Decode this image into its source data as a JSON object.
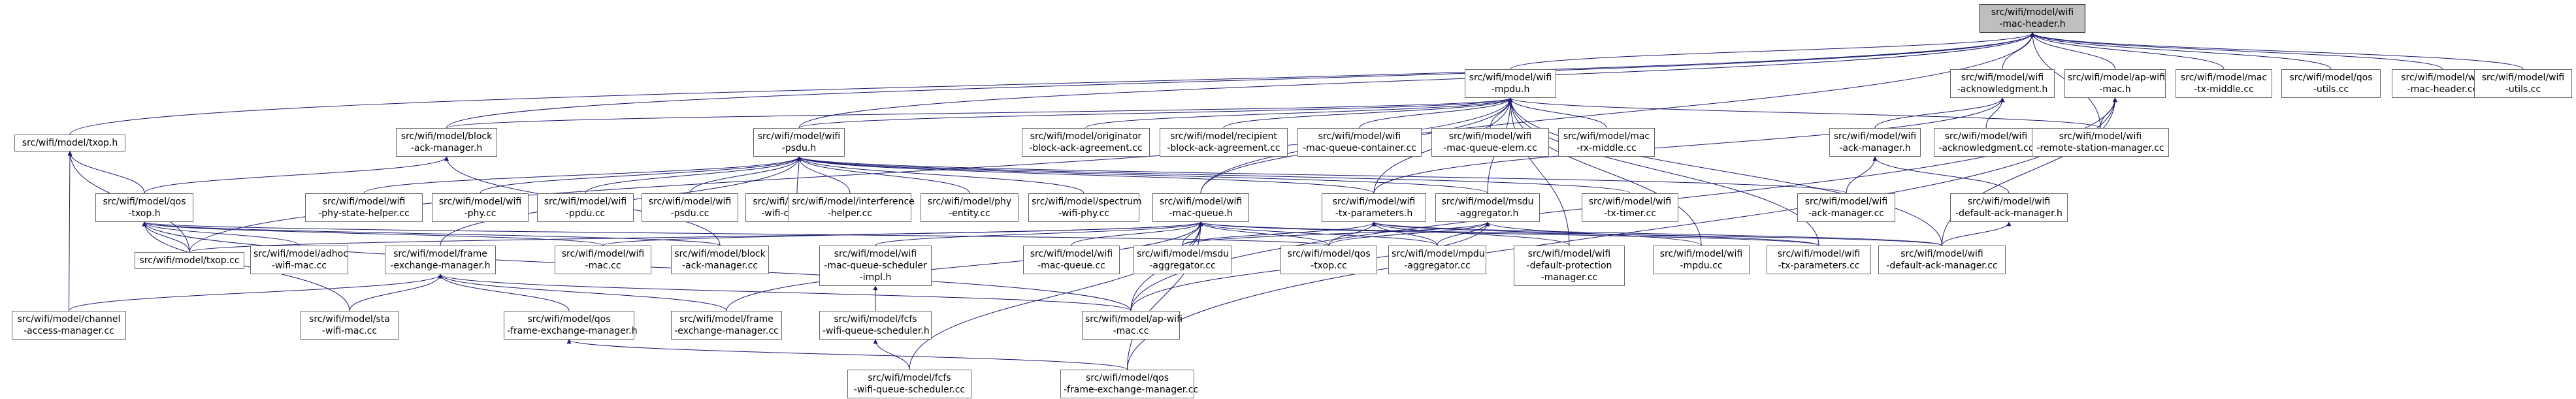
{
  "graph": {
    "nodes": [
      {
        "id": "root",
        "lines": [
          "src/wifi/model/wifi",
          "-mac-header.h"
        ]
      },
      {
        "id": "txop_h",
        "lines": [
          "src/wifi/model/txop.h"
        ]
      },
      {
        "id": "block_ack_manager_h",
        "lines": [
          "src/wifi/model/block",
          "-ack-manager.h"
        ]
      },
      {
        "id": "mpdu_h",
        "lines": [
          "src/wifi/model/wifi",
          "-mpdu.h"
        ]
      },
      {
        "id": "acknowledgment_h",
        "lines": [
          "src/wifi/model/wifi",
          "-acknowledgment.h"
        ]
      },
      {
        "id": "ap_wifi_mac_h",
        "lines": [
          "src/wifi/model/ap-wifi",
          "-mac.h"
        ]
      },
      {
        "id": "mac_tx_middle_cc",
        "lines": [
          "src/wifi/model/mac",
          "-tx-middle.cc"
        ]
      },
      {
        "id": "qos_utils_cc",
        "lines": [
          "src/wifi/model/qos",
          "-utils.cc"
        ]
      },
      {
        "id": "mac_header_cc",
        "lines": [
          "src/wifi/model/wifi",
          "-mac-header.cc"
        ]
      },
      {
        "id": "utils_cc",
        "lines": [
          "src/wifi/model/wifi",
          "-utils.cc"
        ]
      },
      {
        "id": "qos_txop_h",
        "lines": [
          "src/wifi/model/qos",
          "-txop.h"
        ]
      },
      {
        "id": "psdu_h",
        "lines": [
          "src/wifi/model/wifi",
          "-psdu.h"
        ]
      },
      {
        "id": "originator_cc",
        "lines": [
          "src/wifi/model/originator",
          "-block-ack-agreement.cc"
        ]
      },
      {
        "id": "recipient_cc",
        "lines": [
          "src/wifi/model/recipient",
          "-block-ack-agreement.cc"
        ]
      },
      {
        "id": "mac_queue_container_cc",
        "lines": [
          "src/wifi/model/wifi",
          "-mac-queue-container.cc"
        ]
      },
      {
        "id": "mac_queue_elem_cc",
        "lines": [
          "src/wifi/model/wifi",
          "-mac-queue-elem.cc"
        ]
      },
      {
        "id": "mac_rx_middle_cc",
        "lines": [
          "src/wifi/model/mac",
          "-rx-middle.cc"
        ]
      },
      {
        "id": "ack_manager_h",
        "lines": [
          "src/wifi/model/wifi",
          "-ack-manager.h"
        ]
      },
      {
        "id": "acknowledgment_cc",
        "lines": [
          "src/wifi/model/wifi",
          "-acknowledgment.cc"
        ]
      },
      {
        "id": "remote_station_manager_cc",
        "lines": [
          "src/wifi/model/wifi",
          "-remote-station-manager.cc"
        ]
      },
      {
        "id": "phy_state_helper_cc",
        "lines": [
          "src/wifi/model/wifi",
          "-phy-state-helper.cc"
        ]
      },
      {
        "id": "wifi_phy_cc",
        "lines": [
          "src/wifi/model/wifi",
          "-phy.cc"
        ]
      },
      {
        "id": "ppdu_cc",
        "lines": [
          "src/wifi/model/wifi",
          "-ppdu.cc"
        ]
      },
      {
        "id": "psdu_cc",
        "lines": [
          "src/wifi/model/wifi",
          "-psdu.cc"
        ]
      },
      {
        "id": "yans_channel_cc",
        "lines": [
          "src/wifi/model/yans",
          "-wifi-channel.cc"
        ]
      },
      {
        "id": "interference_helper_cc",
        "lines": [
          "src/wifi/model/interference",
          "-helper.cc"
        ]
      },
      {
        "id": "phy_entity_cc",
        "lines": [
          "src/wifi/model/phy",
          "-entity.cc"
        ]
      },
      {
        "id": "spectrum_phy_cc",
        "lines": [
          "src/wifi/model/spectrum",
          "-wifi-phy.cc"
        ]
      },
      {
        "id": "mac_queue_h",
        "lines": [
          "src/wifi/model/wifi",
          "-mac-queue.h"
        ]
      },
      {
        "id": "tx_parameters_h",
        "lines": [
          "src/wifi/model/wifi",
          "-tx-parameters.h"
        ]
      },
      {
        "id": "msdu_aggregator_h",
        "lines": [
          "src/wifi/model/msdu",
          "-aggregator.h"
        ]
      },
      {
        "id": "tx_timer_cc",
        "lines": [
          "src/wifi/model/wifi",
          "-tx-timer.cc"
        ]
      },
      {
        "id": "ack_manager_cc",
        "lines": [
          "src/wifi/model/wifi",
          "-ack-manager.cc"
        ]
      },
      {
        "id": "default_ack_manager_h",
        "lines": [
          "src/wifi/model/wifi",
          "-default-ack-manager.h"
        ]
      },
      {
        "id": "txop_cc",
        "lines": [
          "src/wifi/model/txop.cc"
        ]
      },
      {
        "id": "adhoc_mac_cc",
        "lines": [
          "src/wifi/model/adhoc",
          "-wifi-mac.cc"
        ]
      },
      {
        "id": "frame_exchange_manager_h",
        "lines": [
          "src/wifi/model/frame",
          "-exchange-manager.h"
        ]
      },
      {
        "id": "wifi_mac_cc",
        "lines": [
          "src/wifi/model/wifi",
          "-mac.cc"
        ]
      },
      {
        "id": "block_ack_manager_cc",
        "lines": [
          "src/wifi/model/block",
          "-ack-manager.cc"
        ]
      },
      {
        "id": "mac_queue_scheduler_impl_h",
        "lines": [
          "src/wifi/model/wifi",
          "-mac-queue-scheduler",
          "-impl.h"
        ]
      },
      {
        "id": "mac_queue_cc",
        "lines": [
          "src/wifi/model/wifi",
          "-mac-queue.cc"
        ]
      },
      {
        "id": "msdu_aggregator_cc",
        "lines": [
          "src/wifi/model/msdu",
          "-aggregator.cc"
        ]
      },
      {
        "id": "qos_txop_cc",
        "lines": [
          "src/wifi/model/qos",
          "-txop.cc"
        ]
      },
      {
        "id": "mpdu_aggregator_cc",
        "lines": [
          "src/wifi/model/mpdu",
          "-aggregator.cc"
        ]
      },
      {
        "id": "default_protection_manager_cc",
        "lines": [
          "src/wifi/model/wifi",
          "-default-protection",
          "-manager.cc"
        ]
      },
      {
        "id": "mpdu_cc",
        "lines": [
          "src/wifi/model/wifi",
          "-mpdu.cc"
        ]
      },
      {
        "id": "tx_parameters_cc",
        "lines": [
          "src/wifi/model/wifi",
          "-tx-parameters.cc"
        ]
      },
      {
        "id": "default_ack_manager_cc",
        "lines": [
          "src/wifi/model/wifi",
          "-default-ack-manager.cc"
        ]
      },
      {
        "id": "channel_access_manager_cc",
        "lines": [
          "src/wifi/model/channel",
          "-access-manager.cc"
        ]
      },
      {
        "id": "sta_mac_cc",
        "lines": [
          "src/wifi/model/sta",
          "-wifi-mac.cc"
        ]
      },
      {
        "id": "qos_fem_h",
        "lines": [
          "src/wifi/model/qos",
          "-frame-exchange-manager.h"
        ]
      },
      {
        "id": "frame_exchange_manager_cc",
        "lines": [
          "src/wifi/model/frame",
          "-exchange-manager.cc"
        ]
      },
      {
        "id": "fcfs_scheduler_h",
        "lines": [
          "src/wifi/model/fcfs",
          "-wifi-queue-scheduler.h"
        ]
      },
      {
        "id": "ap_wifi_mac_cc",
        "lines": [
          "src/wifi/model/ap-wifi",
          "-mac.cc"
        ]
      },
      {
        "id": "fcfs_scheduler_cc",
        "lines": [
          "src/wifi/model/fcfs",
          "-wifi-queue-scheduler.cc"
        ]
      },
      {
        "id": "qos_fem_cc",
        "lines": [
          "src/wifi/model/qos",
          "-frame-exchange-manager.cc"
        ]
      }
    ],
    "edges": [
      [
        "txop_h",
        "root"
      ],
      [
        "block_ack_manager_h",
        "root"
      ],
      [
        "mpdu_h",
        "root"
      ],
      [
        "acknowledgment_h",
        "root"
      ],
      [
        "ap_wifi_mac_h",
        "root"
      ],
      [
        "mac_tx_middle_cc",
        "root"
      ],
      [
        "qos_utils_cc",
        "root"
      ],
      [
        "mac_header_cc",
        "root"
      ],
      [
        "utils_cc",
        "root"
      ],
      [
        "psdu_h",
        "root"
      ],
      [
        "remote_station_manager_cc",
        "root"
      ],
      [
        "mac_queue_h",
        "root"
      ],
      [
        "qos_txop_h",
        "txop_h"
      ],
      [
        "txop_cc",
        "txop_h"
      ],
      [
        "channel_access_manager_cc",
        "txop_h"
      ],
      [
        "qos_txop_h",
        "block_ack_manager_h"
      ],
      [
        "block_ack_manager_cc",
        "block_ack_manager_h"
      ],
      [
        "block_ack_manager_h",
        "mpdu_h"
      ],
      [
        "psdu_h",
        "mpdu_h"
      ],
      [
        "originator_cc",
        "mpdu_h"
      ],
      [
        "recipient_cc",
        "mpdu_h"
      ],
      [
        "mac_queue_container_cc",
        "mpdu_h"
      ],
      [
        "mac_queue_elem_cc",
        "mpdu_h"
      ],
      [
        "mac_rx_middle_cc",
        "mpdu_h"
      ],
      [
        "remote_station_manager_cc",
        "mpdu_h"
      ],
      [
        "mac_queue_h",
        "mpdu_h"
      ],
      [
        "tx_parameters_h",
        "mpdu_h"
      ],
      [
        "msdu_aggregator_h",
        "mpdu_h"
      ],
      [
        "mpdu_cc",
        "mpdu_h"
      ],
      [
        "default_ack_manager_cc",
        "mpdu_h"
      ],
      [
        "default_protection_manager_cc",
        "mpdu_h"
      ],
      [
        "tx_parameters_cc",
        "mpdu_h"
      ],
      [
        "txop_cc",
        "mpdu_h"
      ],
      [
        "ack_manager_h",
        "acknowledgment_h"
      ],
      [
        "acknowledgment_cc",
        "acknowledgment_h"
      ],
      [
        "tx_parameters_h",
        "acknowledgment_h"
      ],
      [
        "remote_station_manager_cc",
        "ap_wifi_mac_h"
      ],
      [
        "ap_wifi_mac_cc",
        "ap_wifi_mac_h"
      ],
      [
        "default_ack_manager_cc",
        "ap_wifi_mac_h"
      ],
      [
        "qos_fem_cc",
        "ap_wifi_mac_h"
      ],
      [
        "ack_manager_cc",
        "ack_manager_h"
      ],
      [
        "default_ack_manager_h",
        "ack_manager_h"
      ],
      [
        "default_ack_manager_cc",
        "default_ack_manager_h"
      ],
      [
        "qos_txop_cc",
        "qos_txop_h"
      ],
      [
        "adhoc_mac_cc",
        "qos_txop_h"
      ],
      [
        "txop_cc",
        "qos_txop_h"
      ],
      [
        "wifi_mac_cc",
        "qos_txop_h"
      ],
      [
        "block_ack_manager_cc",
        "qos_txop_h"
      ],
      [
        "sta_mac_cc",
        "qos_txop_h"
      ],
      [
        "ap_wifi_mac_cc",
        "qos_txop_h"
      ],
      [
        "frame_exchange_manager_h",
        "psdu_h"
      ],
      [
        "phy_state_helper_cc",
        "psdu_h"
      ],
      [
        "wifi_phy_cc",
        "psdu_h"
      ],
      [
        "ppdu_cc",
        "psdu_h"
      ],
      [
        "psdu_cc",
        "psdu_h"
      ],
      [
        "yans_channel_cc",
        "psdu_h"
      ],
      [
        "interference_helper_cc",
        "psdu_h"
      ],
      [
        "phy_entity_cc",
        "psdu_h"
      ],
      [
        "spectrum_phy_cc",
        "psdu_h"
      ],
      [
        "tx_parameters_h",
        "psdu_h"
      ],
      [
        "msdu_aggregator_h",
        "psdu_h"
      ],
      [
        "tx_timer_cc",
        "psdu_h"
      ],
      [
        "ack_manager_cc",
        "psdu_h"
      ],
      [
        "mac_queue_scheduler_impl_h",
        "mac_queue_h"
      ],
      [
        "mac_queue_cc",
        "mac_queue_h"
      ],
      [
        "msdu_aggregator_cc",
        "mac_queue_h"
      ],
      [
        "qos_txop_cc",
        "mac_queue_h"
      ],
      [
        "mpdu_aggregator_cc",
        "mac_queue_h"
      ],
      [
        "txop_cc",
        "mac_queue_h"
      ],
      [
        "wifi_mac_cc",
        "mac_queue_h"
      ],
      [
        "ap_wifi_mac_cc",
        "mac_queue_h"
      ],
      [
        "fcfs_scheduler_cc",
        "mac_queue_h"
      ],
      [
        "qos_fem_cc",
        "mac_queue_h"
      ],
      [
        "frame_exchange_manager_cc",
        "mac_queue_h"
      ],
      [
        "default_ack_manager_cc",
        "mac_queue_h"
      ],
      [
        "tx_parameters_cc",
        "mac_queue_h"
      ],
      [
        "msdu_aggregator_cc",
        "tx_parameters_h"
      ],
      [
        "qos_txop_cc",
        "tx_parameters_h"
      ],
      [
        "mpdu_aggregator_cc",
        "tx_parameters_h"
      ],
      [
        "default_protection_manager_cc",
        "tx_parameters_h"
      ],
      [
        "tx_parameters_cc",
        "tx_parameters_h"
      ],
      [
        "default_ack_manager_cc",
        "tx_parameters_h"
      ],
      [
        "msdu_aggregator_cc",
        "msdu_aggregator_h"
      ],
      [
        "qos_txop_cc",
        "msdu_aggregator_h"
      ],
      [
        "mpdu_aggregator_cc",
        "msdu_aggregator_h"
      ],
      [
        "mpdu_cc",
        "msdu_aggregator_h"
      ],
      [
        "ap_wifi_mac_cc",
        "msdu_aggregator_h"
      ],
      [
        "channel_access_manager_cc",
        "frame_exchange_manager_h"
      ],
      [
        "sta_mac_cc",
        "frame_exchange_manager_h"
      ],
      [
        "qos_fem_h",
        "frame_exchange_manager_h"
      ],
      [
        "frame_exchange_manager_cc",
        "frame_exchange_manager_h"
      ],
      [
        "ap_wifi_mac_cc",
        "frame_exchange_manager_h"
      ],
      [
        "fcfs_scheduler_h",
        "mac_queue_scheduler_impl_h"
      ],
      [
        "fcfs_scheduler_cc",
        "fcfs_scheduler_h"
      ],
      [
        "qos_fem_cc",
        "qos_fem_h"
      ]
    ]
  }
}
